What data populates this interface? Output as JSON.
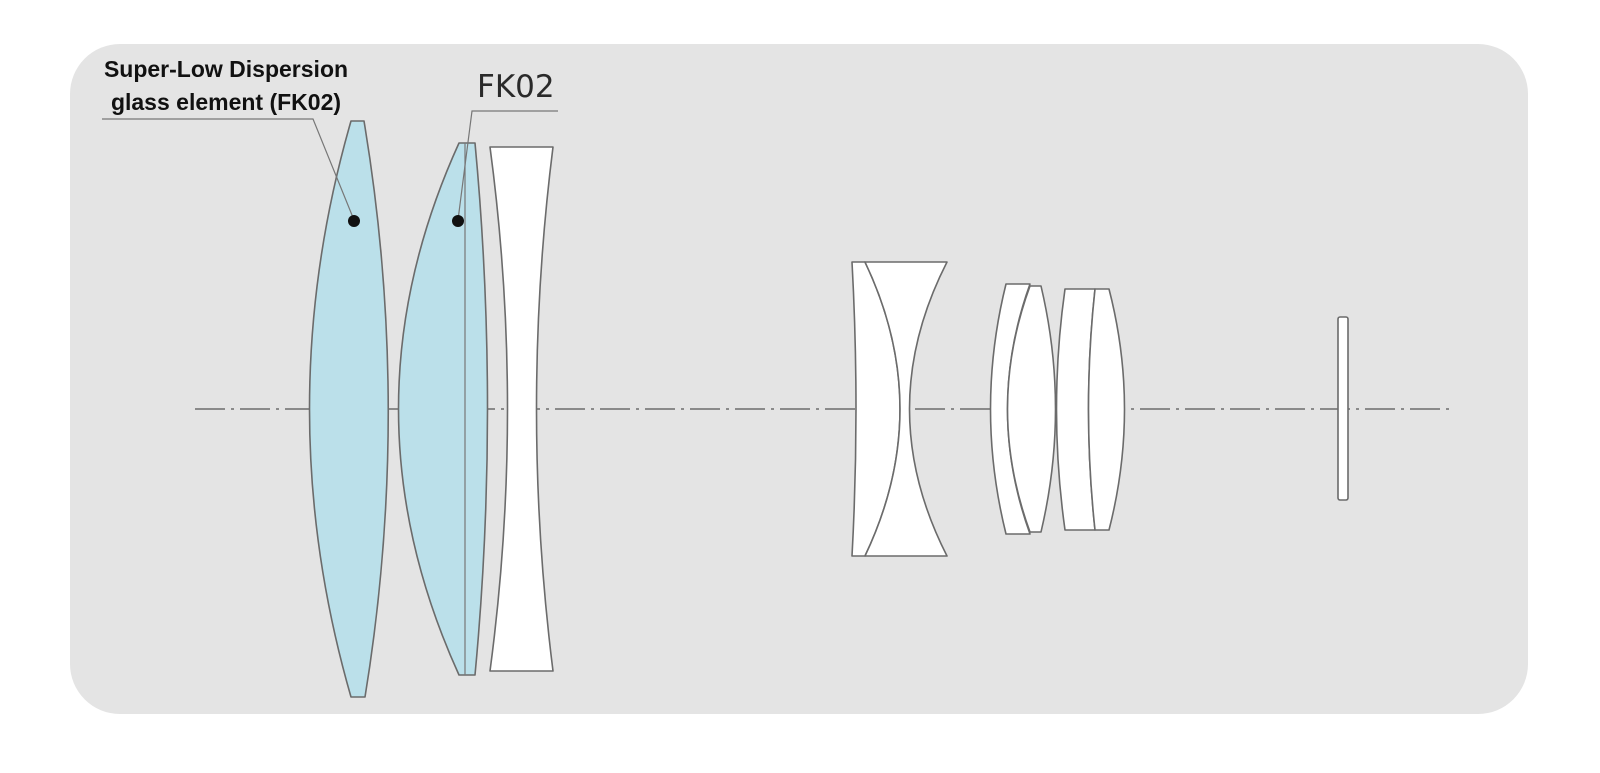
{
  "diagram": {
    "title": "",
    "colors": {
      "panel_background": "#e4e4e4",
      "special_glass_fill": "#bbe0ea",
      "regular_glass_fill": "#ffffff",
      "outline": "#6b6b6b",
      "optical_axis": "#555555",
      "marker_dot": "#111111"
    },
    "callouts": {
      "sld": {
        "line1": "Super-Low Dispersion",
        "line2": "glass element (FK02)"
      },
      "fk02": {
        "text": "FK02"
      }
    },
    "elements": [
      {
        "id": "element-1",
        "glass": "special",
        "shape": "biconvex"
      },
      {
        "id": "element-2",
        "glass": "special",
        "shape": "positive-meniscus"
      },
      {
        "id": "element-3",
        "glass": "regular",
        "shape": "biconcave"
      },
      {
        "id": "element-4",
        "glass": "regular",
        "shape": "cemented-doublet"
      },
      {
        "id": "element-5",
        "glass": "regular",
        "shape": "cemented-doublet"
      },
      {
        "id": "element-6",
        "glass": "regular",
        "shape": "cemented-doublet"
      },
      {
        "id": "element-7",
        "glass": "regular",
        "shape": "flat-plate"
      }
    ]
  }
}
